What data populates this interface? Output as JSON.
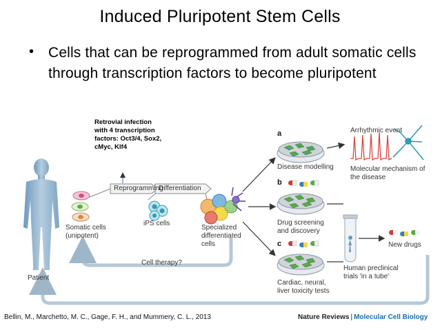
{
  "title": "Induced Pluripotent Stem Cells",
  "bullet": "Cells that can be reprogrammed from adult somatic cells through transcription factors to become pluripotent",
  "annotation": "Retrovial infection with 4 transcription factors: Oct3/4, Sox2, cMyc, Klf4",
  "diagram": {
    "patient": "Patient",
    "somatic": "Somatic cells (unipotent)",
    "reprogramming": "Reprogramming",
    "differentiation": "Differentiation",
    "ips": "iPS cells",
    "specialized": "Specialized differentiated cells",
    "cell_therapy": "Cell therapy?",
    "sec_a": "a",
    "sec_b": "b",
    "sec_c": "c",
    "disease_modelling": "Disease modelling",
    "arrhythmic": "Arrhythmic event",
    "molecular": "Molecular mechanism of the disease",
    "drug_screening": "Drug screening and discovery",
    "new_drugs": "New drugs",
    "cardiac": "Cardiac, neural, liver toxicity tests",
    "human_trials": "Human preclinical trials 'in a tube'"
  },
  "citation": "Bellin, M., Marchetto, M. C., Gage, F. H., and Mummery, C. L., 2013",
  "journal": {
    "name": "Nature Reviews",
    "separator": "|",
    "subtitle": "Molecular Cell Biology"
  },
  "colors": {
    "dish_fill": "#cfd3da",
    "cell_green": "#5aa84a",
    "cell_teal": "#2e9db2",
    "body_blue": "#8fb2cf",
    "arrhythmia_red": "#d9443c",
    "pill_red": "#d23b3b"
  }
}
